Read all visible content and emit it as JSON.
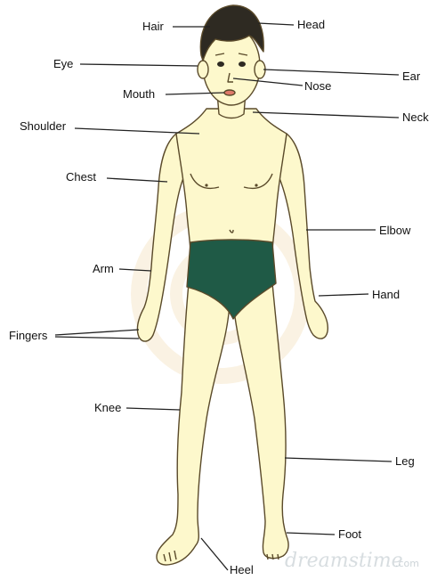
{
  "labels": {
    "hair": "Hair",
    "head": "Head",
    "eye": "Eye",
    "ear": "Ear",
    "mouth": "Mouth",
    "nose": "Nose",
    "shoulder": "Shoulder",
    "neck": "Neck",
    "chest": "Chest",
    "elbow": "Elbow",
    "arm": "Arm",
    "hand": "Hand",
    "fingers": "Fingers",
    "knee": "Knee",
    "leg": "Leg",
    "foot": "Foot",
    "heel": "Heel"
  },
  "watermark": {
    "main": "dreamstime",
    "suffix": ".com"
  },
  "colors": {
    "skin": "#fdf8cc",
    "outline": "#5a4a2a",
    "hair": "#2e2a22",
    "shorts": "#1f5a46",
    "background": "#ffffff"
  }
}
